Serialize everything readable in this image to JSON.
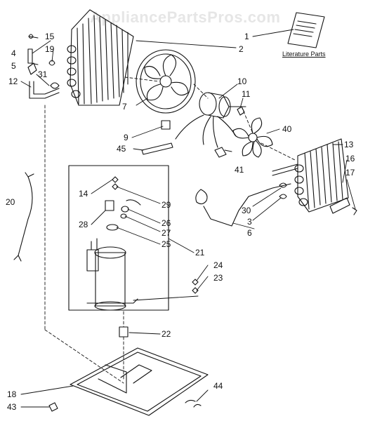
{
  "watermark": "AppliancePartsPros.com",
  "literature_label": "Literature Parts",
  "callouts": {
    "c1": "1",
    "c2": "2",
    "c3": "3",
    "c4": "4",
    "c5": "5",
    "c6": "6",
    "c7": "7",
    "c9": "9",
    "c10": "10",
    "c11": "11",
    "c12": "12",
    "c13": "13",
    "c14": "14",
    "c15": "15",
    "c16": "16",
    "c17": "17",
    "c18": "18",
    "c19": "19",
    "c20": "20",
    "c21": "21",
    "c22": "22",
    "c23": "23",
    "c24": "24",
    "c25": "25",
    "c26": "26",
    "c27": "27",
    "c28": "28",
    "c29": "29",
    "c30": "30",
    "c31": "31",
    "c40": "40",
    "c41": "41",
    "c43": "43",
    "c44": "44",
    "c45": "45"
  }
}
